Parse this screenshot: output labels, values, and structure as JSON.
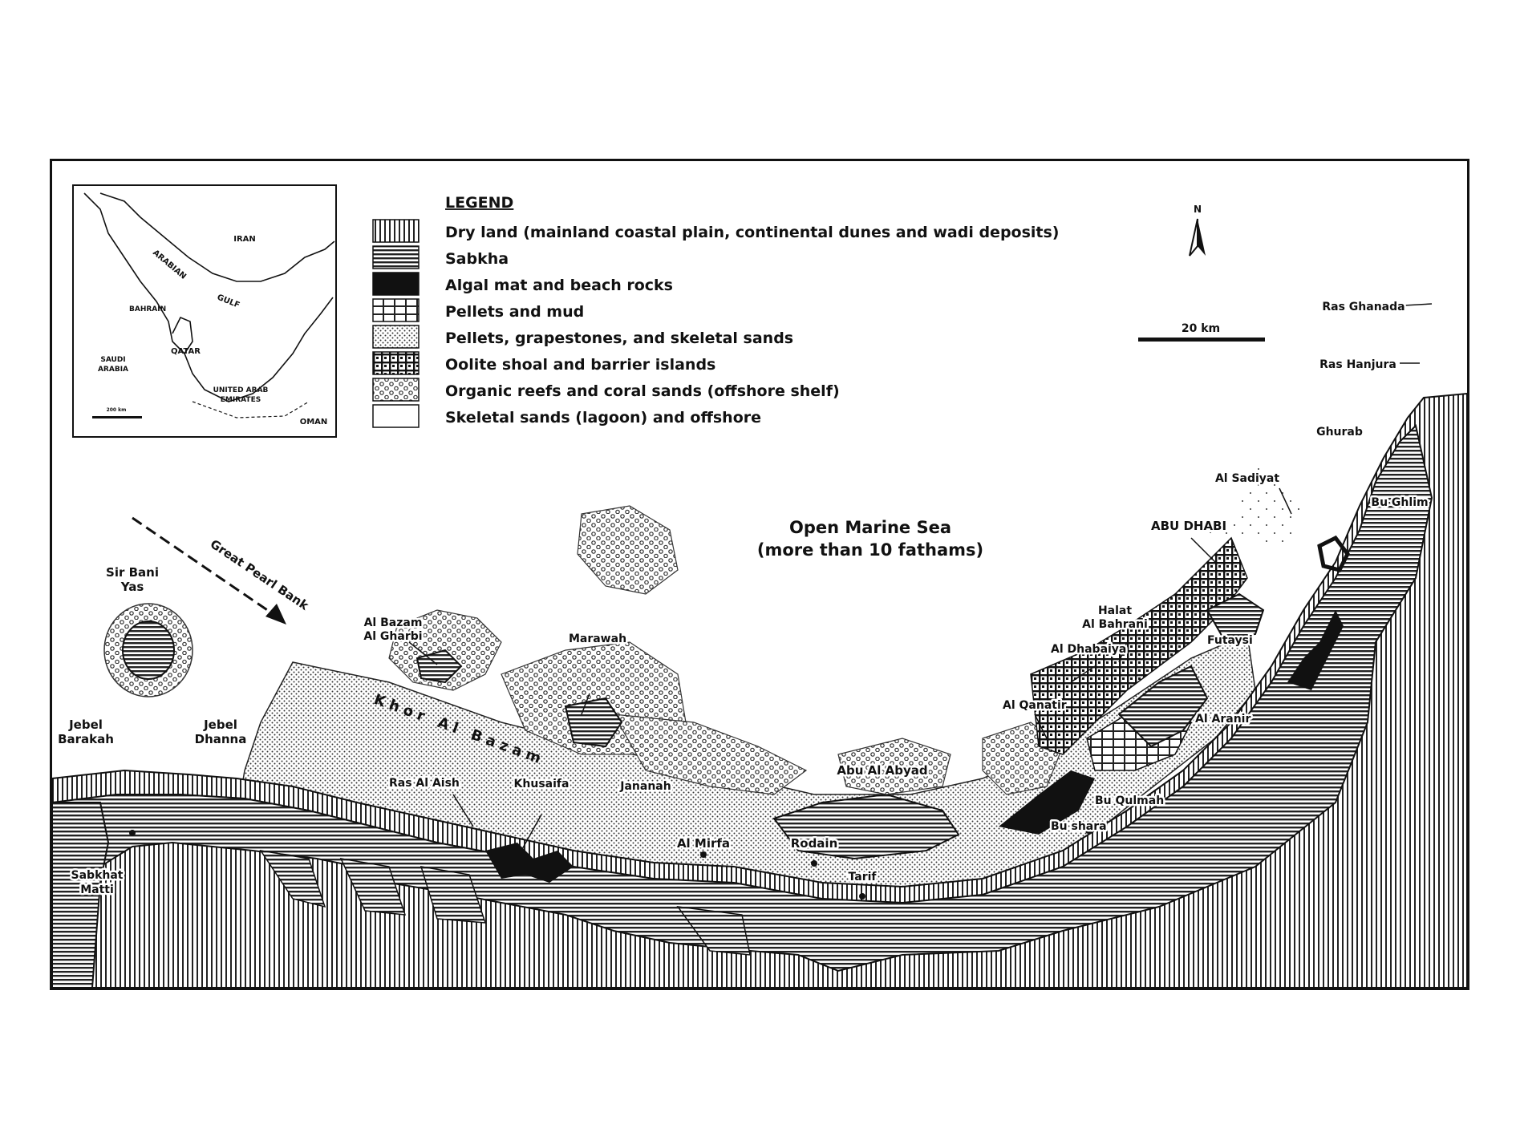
{
  "legend": {
    "title": "LEGEND",
    "items": [
      {
        "key": "dry-land",
        "label": "Dry land (mainland coastal plain, continental dunes and wadi deposits)"
      },
      {
        "key": "sabkha",
        "label": "Sabkha"
      },
      {
        "key": "algal",
        "label": "Algal mat and beach rocks"
      },
      {
        "key": "pellets-mud",
        "label": "Pellets and mud"
      },
      {
        "key": "pellets-sands",
        "label": "Pellets, grapestones, and skeletal sands"
      },
      {
        "key": "oolite",
        "label": "Oolite shoal and barrier islands"
      },
      {
        "key": "reefs",
        "label": "Organic reefs and coral sands (offshore shelf)"
      },
      {
        "key": "skeletal",
        "label": "Skeletal sands (lagoon) and offshore"
      }
    ]
  },
  "north_arrow": {
    "label": "N"
  },
  "scale_bar": {
    "label": "20 km"
  },
  "inset": {
    "labels": {
      "iran": "IRAN",
      "arabian": "ARABIAN",
      "gulf": "GULF",
      "bahrain": "BAHRAIN",
      "qatar": "QATAR",
      "saudi1": "SAUDI",
      "saudi2": "ARABIA",
      "uae1": "UNITED ARAB",
      "uae2": "EMIRATES",
      "oman": "OMAN",
      "scale": "200 km"
    }
  },
  "places": {
    "open_sea_1": "Open Marine Sea",
    "open_sea_2": "(more than 10 fathams)",
    "great_pearl_bank": "Great Pearl Bank",
    "sir_bani_yas_1": "Sir Bani",
    "sir_bani_yas_2": "Yas",
    "al_bazam_1": "Al Bazam",
    "al_bazam_2": "Al Gharbi",
    "marawah": "Marawah",
    "khor_al_bazam": "Khor Al Bazam",
    "jebel_barakah_1": "Jebel",
    "jebel_barakah_2": "Barakah",
    "jebel_dhanna_1": "Jebel",
    "jebel_dhanna_2": "Dhanna",
    "ras_al_aish": "Ras Al Aish",
    "khusaifa": "Khusaifa",
    "janana": "Jananah",
    "al_mirfa": "Al Mirfa",
    "rodain": "Rodain",
    "tarif": "Tarif",
    "abu_al_abyad": "Abu Al Abyad",
    "al_qanatir": "Al Qanatir",
    "al_dhabaiya": "Al Dhabaiya",
    "halat_1": "Halat",
    "halat_2": "Al Bahrani",
    "abu_dhabi": "ABU DHABI",
    "al_sadiyat": "Al Sadiyat",
    "ghurab": "Ghurab",
    "bu_ghlim": "Bu Ghlim",
    "ras_ghanada": "Ras Ghanada",
    "ras_hanjura": "Ras Hanjura",
    "futaysi": "Futaysi",
    "al_aranir": "Al Aranir",
    "bu_qulmah": "Bu Qulmah",
    "bu_shara": "Bu shara",
    "sabkhat_1": "Sabkhat",
    "sabkhat_2": "Matti"
  }
}
